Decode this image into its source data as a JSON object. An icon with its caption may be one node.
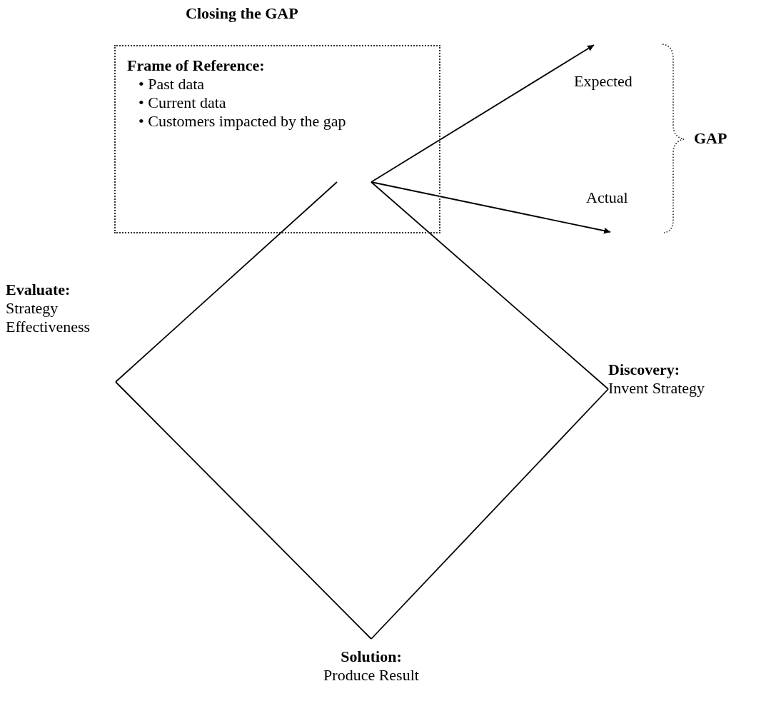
{
  "diagram": {
    "title": "Closing the GAP",
    "nodes": [
      {
        "text": [
          "Frame of Reference:",
          "• Past data",
          "• Current data",
          "• Customers impacted by the gap"
        ]
      },
      {
        "text": [
          "Expected"
        ]
      },
      {
        "text": [
          "Actual"
        ]
      },
      {
        "text": [
          "Evaluate:",
          "Strategy Effectiveness"
        ]
      },
      {
        "text": [
          "Discovery:",
          "Invent Strategy"
        ]
      },
      {
        "text": [
          "Solution:",
          "Produce Result"
        ]
      }
    ],
    "edges": [
      {
        "from": 0,
        "to": 1,
        "arrow": "to"
      },
      {
        "from": 0,
        "to": 2,
        "arrow": "to"
      },
      {
        "from": 0,
        "to": 3,
        "arrow": "none"
      },
      {
        "from": 3,
        "to": 5,
        "arrow": "none"
      },
      {
        "from": 5,
        "to": 4,
        "arrow": "none"
      },
      {
        "from": 4,
        "to": 0,
        "arrow": "none"
      }
    ],
    "labels": [
      "GAP"
    ]
  }
}
